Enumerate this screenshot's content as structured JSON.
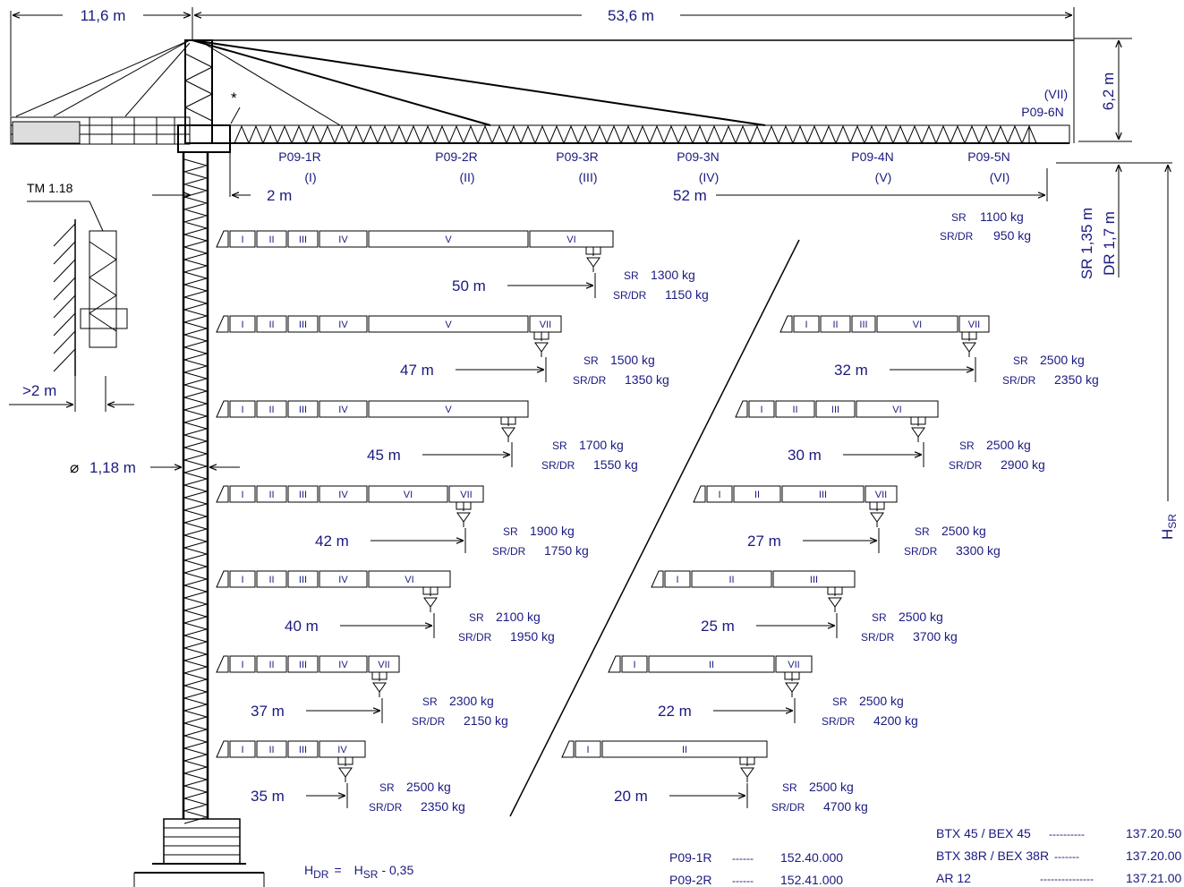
{
  "dimensions": {
    "counterjib": "11,6 m",
    "jib_total": "53,6 m",
    "height_top": "6,2 m",
    "tower_offset": "2 m",
    "hook_reach": "52 m",
    "clearance": ">2 m",
    "mast_width": "1,18 m",
    "hook_height_sr": "SR 1,35 m",
    "hook_height_dr": "DR 1,7 m",
    "hsr_label": "H",
    "hsr_sub": "SR"
  },
  "tie_tm": "TM 1.18",
  "star": "*",
  "diameter_symbol": "⌀",
  "jib_sections": [
    {
      "code": "P09-1R",
      "num": "(I)"
    },
    {
      "code": "P09-2R",
      "num": "(II)"
    },
    {
      "code": "P09-3R",
      "num": "(III)"
    },
    {
      "code": "P09-3N",
      "num": "(IV)"
    },
    {
      "code": "P09-4N",
      "num": "(V)"
    },
    {
      "code": "P09-5N",
      "num": "(VI)"
    },
    {
      "code": "P09-6N",
      "num": "(VII)"
    }
  ],
  "top_load": {
    "sr_label": "SR",
    "sr": "1100 kg",
    "dr_label": "SR/DR",
    "dr": "950 kg"
  },
  "configs": [
    {
      "length": "50 m",
      "segments": [
        "I",
        "II",
        "III",
        "IV",
        "V",
        "VI"
      ],
      "sr": "1300 kg",
      "dr": "1150 kg"
    },
    {
      "length": "47 m",
      "segments": [
        "I",
        "II",
        "III",
        "IV",
        "V",
        "VII"
      ],
      "sr": "1500 kg",
      "dr": "1350 kg"
    },
    {
      "length": "45 m",
      "segments": [
        "I",
        "II",
        "III",
        "IV",
        "V"
      ],
      "sr": "1700 kg",
      "dr": "1550 kg"
    },
    {
      "length": "42 m",
      "segments": [
        "I",
        "II",
        "III",
        "IV",
        "VI",
        "VII"
      ],
      "sr": "1900 kg",
      "dr": "1750 kg"
    },
    {
      "length": "40 m",
      "segments": [
        "I",
        "II",
        "III",
        "IV",
        "VI"
      ],
      "sr": "2100 kg",
      "dr": "1950 kg"
    },
    {
      "length": "37 m",
      "segments": [
        "I",
        "II",
        "III",
        "IV",
        "VII"
      ],
      "sr": "2300 kg",
      "dr": "2150 kg"
    },
    {
      "length": "35 m",
      "segments": [
        "I",
        "II",
        "III",
        "IV"
      ],
      "sr": "2500 kg",
      "dr": "2350 kg"
    },
    {
      "length": "32 m",
      "segments": [
        "I",
        "II",
        "III",
        "VI",
        "VII"
      ],
      "sr": "2500 kg",
      "dr": "2350 kg"
    },
    {
      "length": "30 m",
      "segments": [
        "I",
        "II",
        "III",
        "VI"
      ],
      "sr": "2500 kg",
      "dr": "2900 kg"
    },
    {
      "length": "27 m",
      "segments": [
        "I",
        "II",
        "III",
        "VII"
      ],
      "sr": "2500 kg",
      "dr": "3300 kg"
    },
    {
      "length": "25 m",
      "segments": [
        "I",
        "II",
        "III"
      ],
      "sr": "2500 kg",
      "dr": "3700 kg"
    },
    {
      "length": "22 m",
      "segments": [
        "I",
        "II",
        "VII"
      ],
      "sr": "2500 kg",
      "dr": "4200 kg"
    },
    {
      "length": "20 m",
      "segments": [
        "I",
        "II"
      ],
      "sr": "2500 kg",
      "dr": "4700 kg"
    }
  ],
  "formula": {
    "h": "H",
    "dr_sub": "DR",
    "eq": "=",
    "h2": "H",
    "sr_sub": "SR",
    "rest": "- 0,35"
  },
  "parts_left": [
    {
      "code": "P09-1R",
      "dashes": "------",
      "num": "152.40.000"
    },
    {
      "code": "P09-2R",
      "dashes": "------",
      "num": "152.41.000"
    }
  ],
  "parts_right": [
    {
      "code": "BTX 45 / BEX 45",
      "dashes": "----------",
      "num": "137.20.50"
    },
    {
      "code": "BTX 38R / BEX 38R",
      "dashes": "-------",
      "num": "137.20.00"
    },
    {
      "code": "AR 12",
      "dashes": "---------------",
      "num": "137.21.00"
    }
  ]
}
